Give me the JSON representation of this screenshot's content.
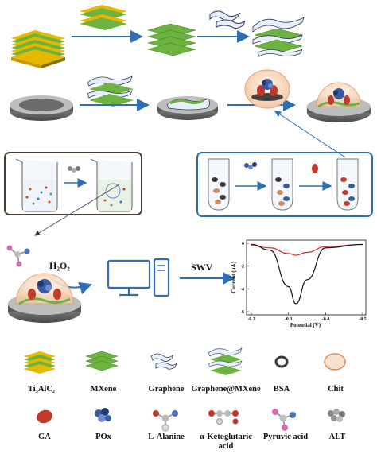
{
  "step_labels": {
    "h2o2": "H₂O₂",
    "swv": "SWV"
  },
  "chart": {
    "xlabel": "Potential (V)",
    "ylabel": "Current (μA)",
    "xticks": [
      "-0.2",
      "-0.3",
      "-0.4",
      "-0.5"
    ],
    "yticks": [
      "0",
      "-2",
      "-4",
      "-6"
    ]
  },
  "chart_data": {
    "type": "line",
    "x": [
      -0.2,
      -0.25,
      -0.3,
      -0.32,
      -0.35,
      -0.4,
      -0.5
    ],
    "series": [
      {
        "color": "#d62728",
        "values": [
          -0.2,
          -0.4,
          -0.9,
          -1.05,
          -0.8,
          -0.3,
          -0.1
        ]
      },
      {
        "color": "#111111",
        "values": [
          -0.1,
          -0.6,
          -3.8,
          -5.3,
          -3.2,
          -0.4,
          -0.1
        ]
      }
    ],
    "xlim": [
      -0.2,
      -0.5
    ],
    "ylim": [
      0,
      -6
    ]
  },
  "legend": [
    {
      "label": "Ti₃AlC₂"
    },
    {
      "label": "MXene"
    },
    {
      "label": "Graphene"
    },
    {
      "label": "Graphene@MXene"
    },
    {
      "label": "BSA"
    },
    {
      "label": "Chit"
    },
    {
      "label": "GA"
    },
    {
      "label": "POx"
    },
    {
      "label": "L-Alanine"
    },
    {
      "label": "α-Ketoglutaric acid"
    },
    {
      "label": "Pyruvic acid"
    },
    {
      "label": "ALT"
    }
  ],
  "colors": {
    "arrow": "#2f6db5",
    "mxene": "#6db33f",
    "yellow": "#f2c500",
    "box_border": "#2f6db5"
  }
}
